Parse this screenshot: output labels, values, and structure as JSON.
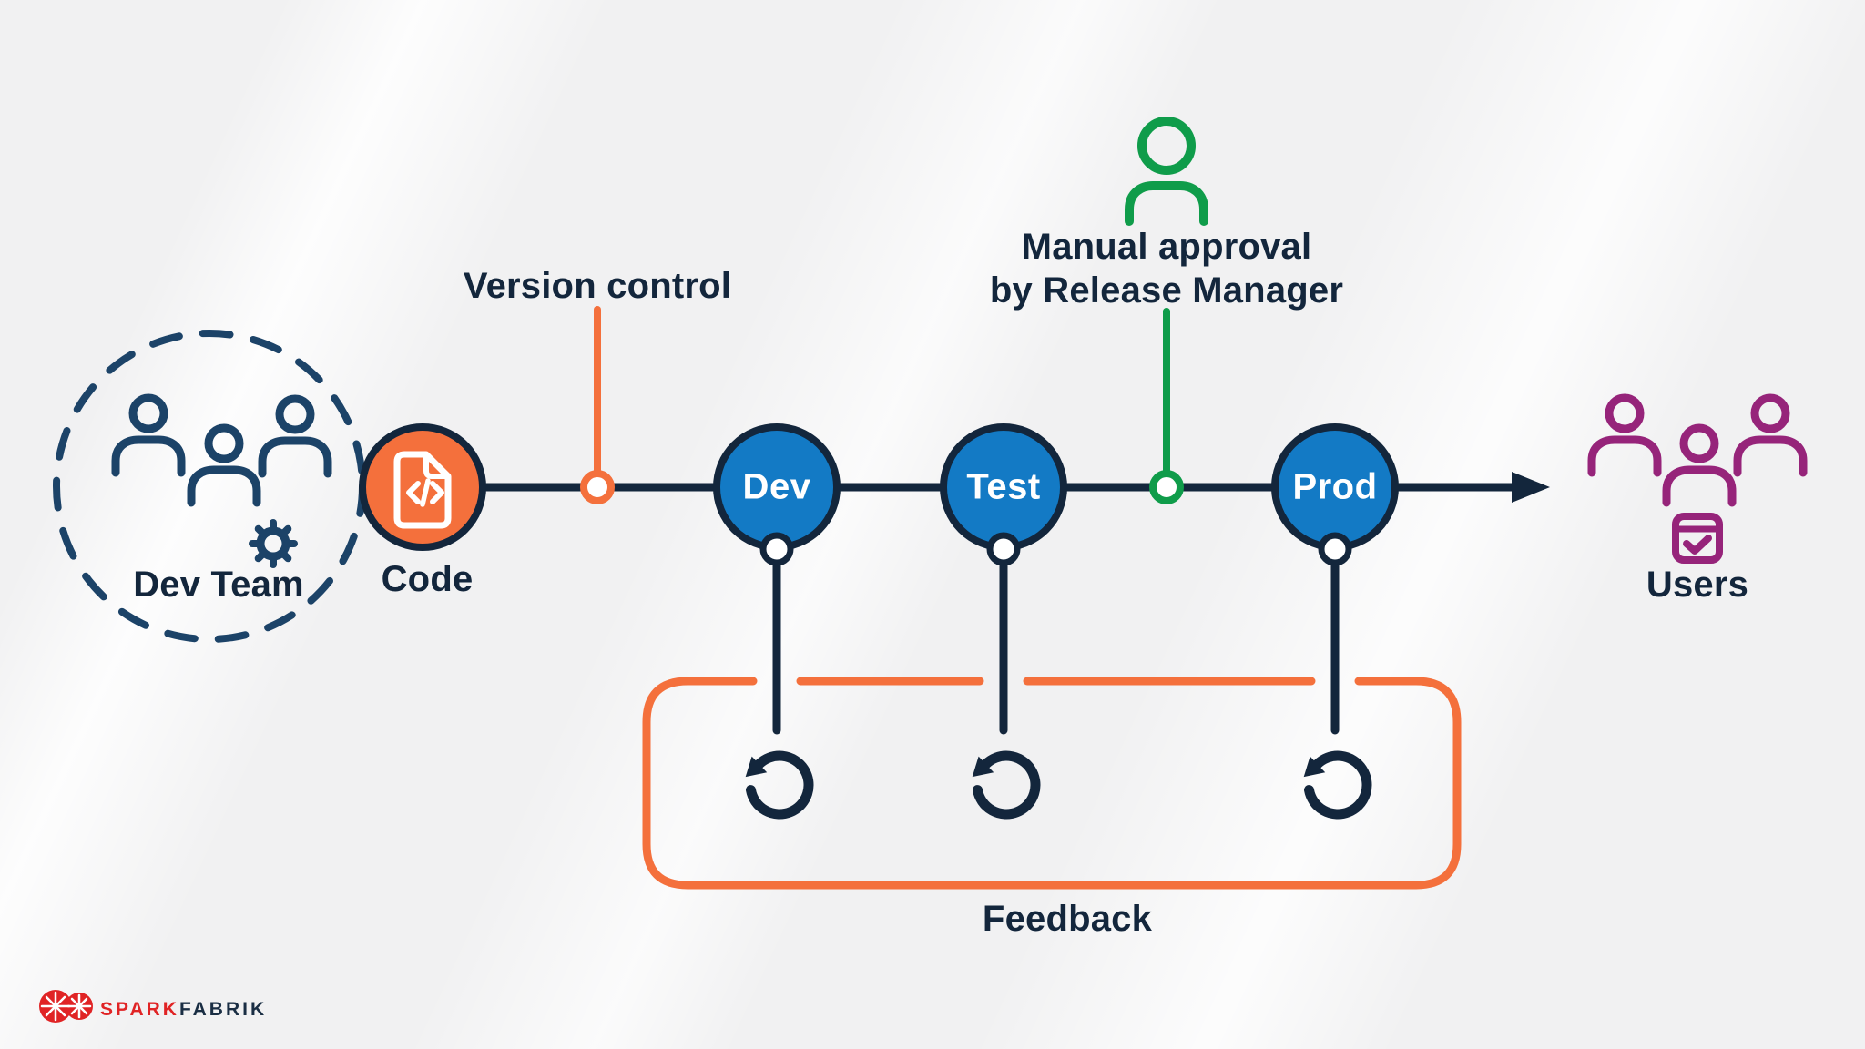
{
  "nodes": {
    "dev_team": {
      "label": "Dev Team"
    },
    "code": {
      "label": "Code"
    },
    "users": {
      "label": "Users"
    }
  },
  "stages": [
    {
      "label": "Dev"
    },
    {
      "label": "Test"
    },
    {
      "label": "Prod"
    }
  ],
  "annotations": {
    "version_control": "Version control",
    "manual_approval_line1": "Manual approval",
    "manual_approval_line2": "by Release Manager",
    "feedback": "Feedback"
  },
  "logo": {
    "spark": "SPARK",
    "fabrik": "FABRIK"
  },
  "colors": {
    "navy_line": "#13263C",
    "navy_icon": "#1C4368",
    "blue_stage": "#137AC5",
    "orange_accent": "#F4703C",
    "green_approval": "#0F9C4A",
    "purple_users": "#96247A",
    "logo_red": "#E02425",
    "background": "#f1f1f2"
  }
}
